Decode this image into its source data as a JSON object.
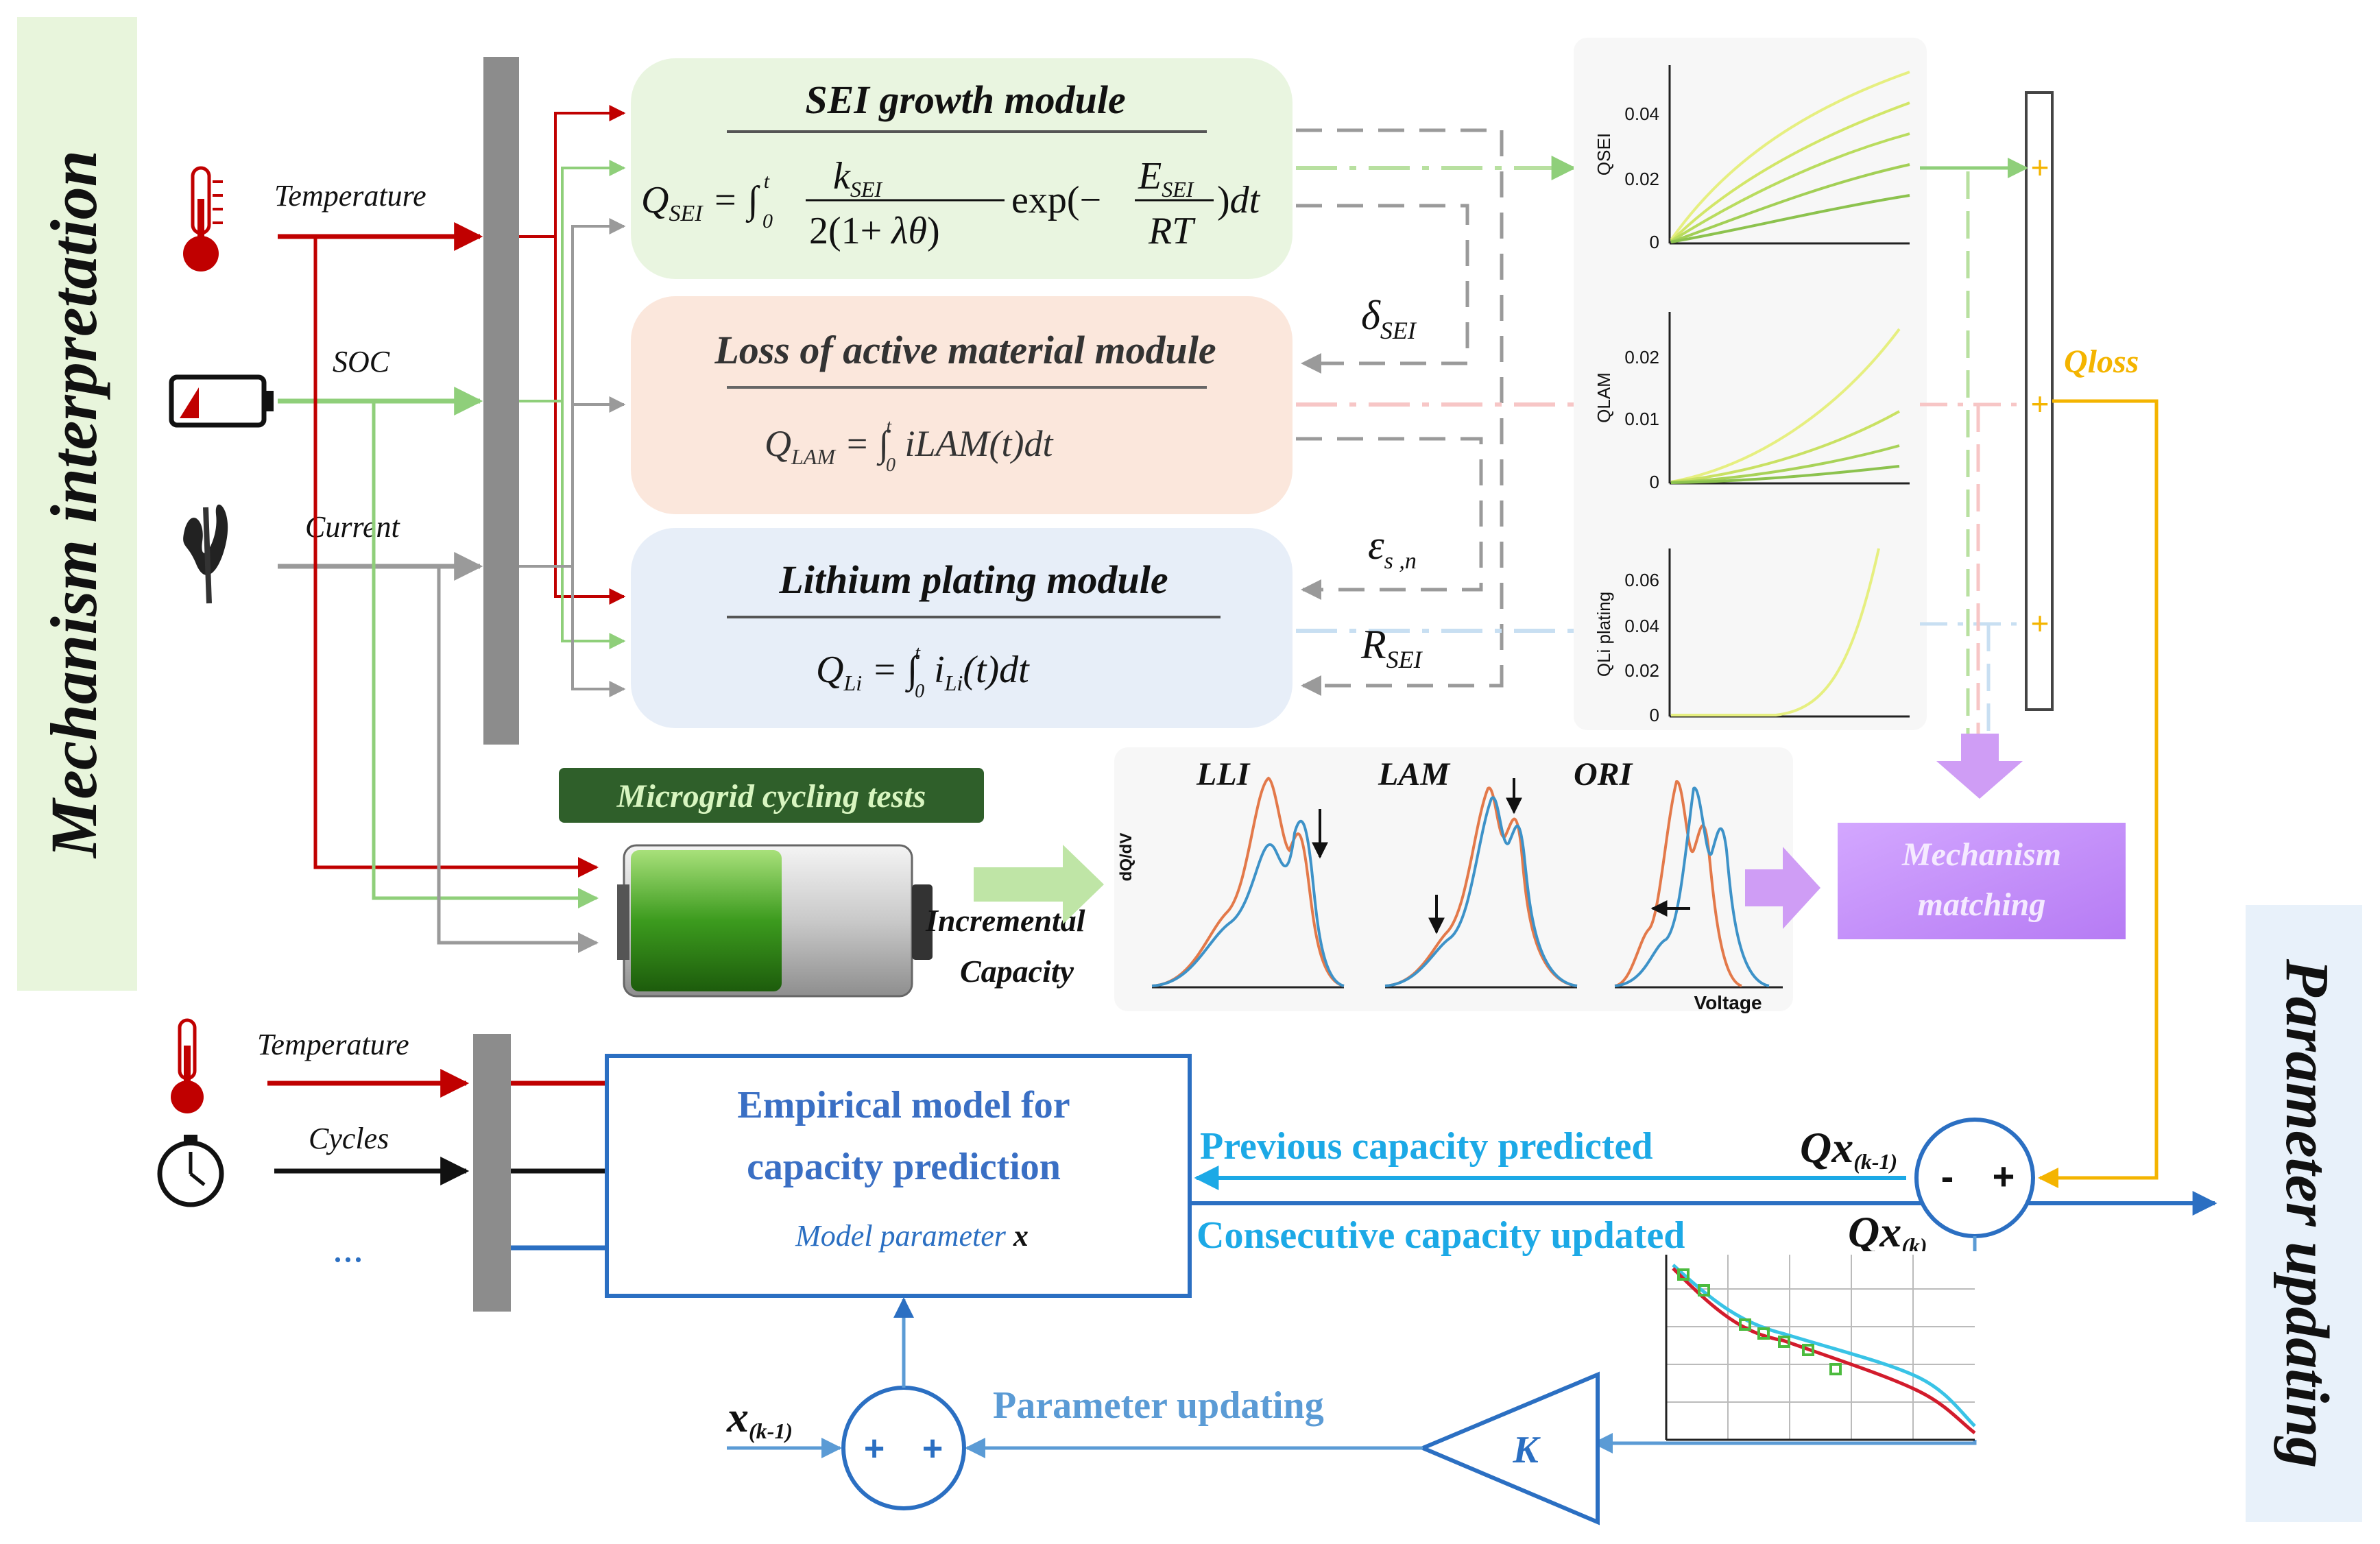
{
  "side_labels": {
    "left": "Mechanism interpretation",
    "right": "Parameter updating"
  },
  "inputs_top": {
    "temperature": "Temperature",
    "soc": "SOC",
    "current": "Current"
  },
  "modules": {
    "sei": {
      "title": "SEI growth module",
      "equation": "Q_SEI = ∫₀ᵗ k_SEI / (2(1+λθ)) · exp(−E_SEI / RT) dt"
    },
    "lam": {
      "title": "Loss of active material module",
      "equation": "Q_LAM = ∫₀ᵗ iLAM(t) dt"
    },
    "li": {
      "title": "Lithium plating module",
      "equation": "Q_Li = ∫₀ᵗ i_Li(t) dt"
    }
  },
  "coupling_labels": {
    "delta_sei": "δ_SEI",
    "eps_sn": "ε_s,n",
    "r_sei": "R_SEI"
  },
  "small_plots": {
    "qsei": {
      "ylabel": "QSEI",
      "ticks": [
        "0.04",
        "0.02",
        "0"
      ]
    },
    "qlam": {
      "ylabel": "QLAM",
      "ticks": [
        "0.02",
        "0.01",
        "0"
      ]
    },
    "qli": {
      "ylabel": "QLi plating",
      "ticks": [
        "0.06",
        "0.04",
        "0.02",
        "0"
      ]
    }
  },
  "qloss_label": "Qloss",
  "microgrid_label": "Microgrid cycling tests",
  "ic_label": {
    "line1": "Incremental",
    "line2": "Capacity"
  },
  "ica_plots": {
    "ylabel": "dQ/dV",
    "xlabel": "Voltage",
    "titles": [
      "LLI",
      "LAM",
      "ORI"
    ]
  },
  "mechanism_matching": {
    "line1": "Mechanism",
    "line2": "matching"
  },
  "inputs_bottom": {
    "temperature": "Temperature",
    "cycles": "Cycles",
    "more": "..."
  },
  "empirical_box": {
    "line1": "Empirical model for",
    "line2": "capacity prediction",
    "param": "Model parameter",
    "param_symbol": "x"
  },
  "flows": {
    "previous": "Previous capacity predicted",
    "previous_sym": "Qx",
    "previous_sub": "(k-1)",
    "consecutive": "Consecutive capacity updated",
    "consecutive_sym": "Qx",
    "consecutive_sub": "(k)",
    "param_updating": "Parameter updating",
    "x_prev": "x",
    "x_prev_sub": "(k-1)",
    "gain": "K"
  },
  "sum_nodes": {
    "right": {
      "minus": "-",
      "plus": "+"
    },
    "bottom": {
      "plus1": "+",
      "plus2": "+"
    }
  },
  "colors": {
    "temperature": "#c00000",
    "soc": "#8fcf7a",
    "current": "#9a9a9a",
    "bus": "#8c8c8c",
    "qloss": "#f4b400",
    "blue": "#2b6fc2",
    "cyan": "#1ca9e6"
  }
}
